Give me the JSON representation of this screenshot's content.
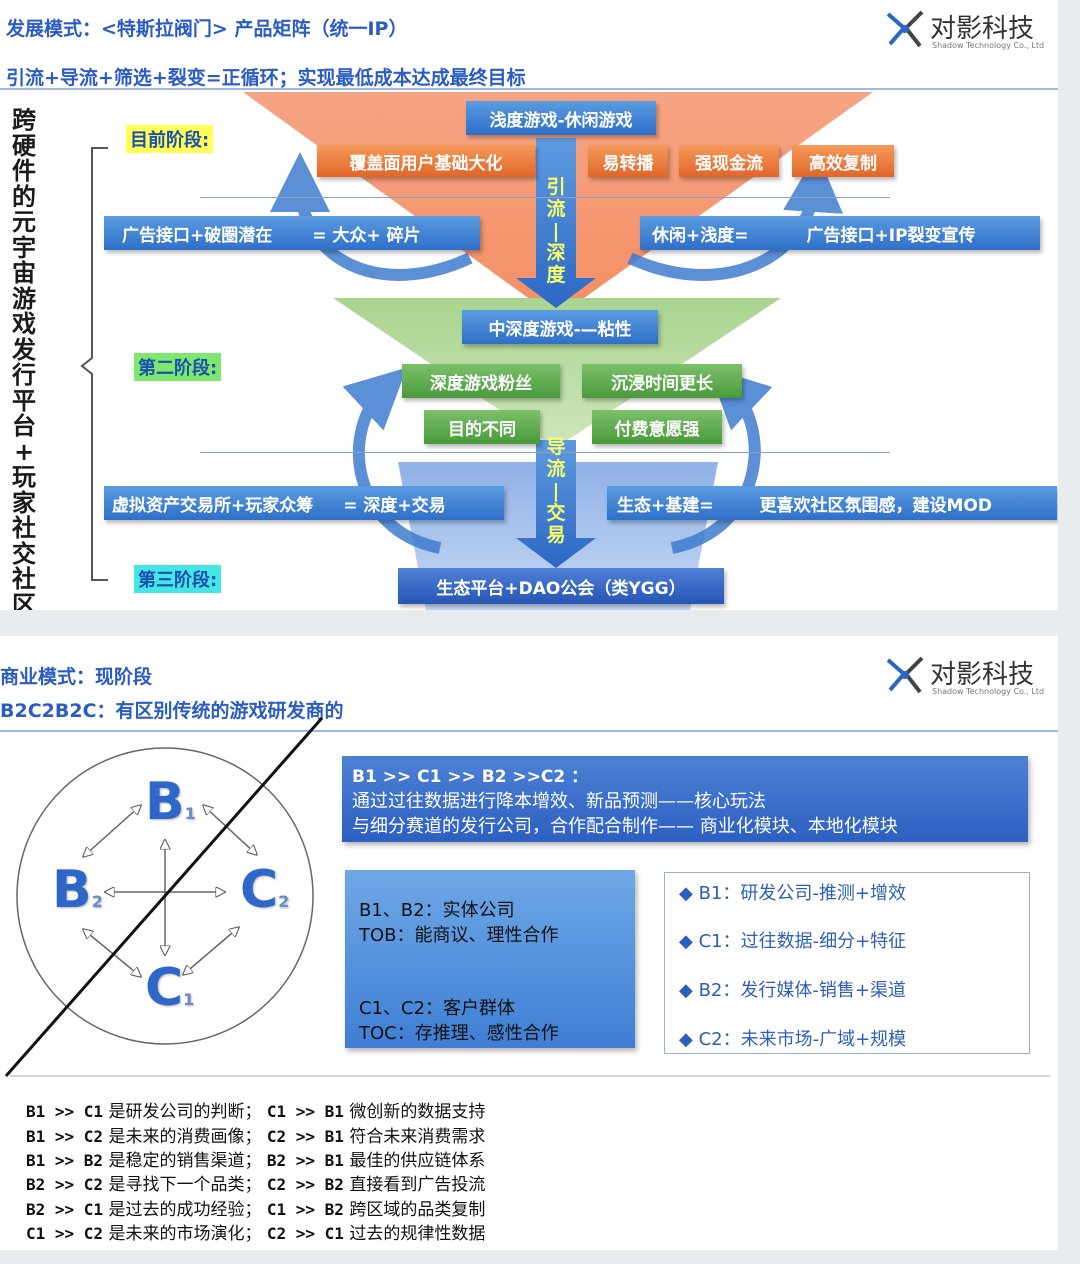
{
  "slide1": {
    "title": "发展模式：<特斯拉阀门> 产品矩阵（统一IP）",
    "subtitle": "引流+导流+筛选+裂变=正循环；实现最低成本达成最终目标",
    "logo": {
      "name": "对影科技",
      "sub": "Shadow Technology Co., Ltd"
    },
    "vertical_title": "跨硬件的元宇宙游戏发行平台+ 玩家社交社区",
    "stages": [
      "目前阶段:",
      "第二阶段:",
      "第三阶段:"
    ],
    "top_box": "浅度游戏-休闲游戏",
    "orange_boxes": [
      "覆盖面用户基础大化",
      "易转播",
      "强现金流",
      "高效复制"
    ],
    "left_bar1": {
      "a": "广告接口+破圈潜在",
      "b": "= 大众+ 碎片"
    },
    "right_bar1": {
      "a": "休闲+浅度=",
      "b": "广告接口+IP裂变宣传"
    },
    "middle_box": "中深度游戏-—粘性",
    "green_boxes": [
      "深度游戏粉丝",
      "沉浸时间更长",
      "目的不同",
      "付费意愿强"
    ],
    "left_bar2": {
      "a": "虚拟资产交易所+玩家众筹",
      "b": "= 深度+交易"
    },
    "right_bar2": {
      "a": "生态+基建=",
      "b": "更喜欢社区氛围感，建设MOD"
    },
    "bottom_box": "生态平台+DAO公会（类YGG）",
    "center_upper": [
      "引",
      "流",
      "|",
      "深",
      "度"
    ],
    "center_lower": [
      "导",
      "流",
      "|",
      "交",
      "易"
    ],
    "colors": {
      "orange_funnel": "#f4a07c",
      "green_funnel": "#b7dca0",
      "blue_funnel": "#aac4ec",
      "accent": "#2a5cc4"
    }
  },
  "slide2": {
    "title": "商业模式：现阶段",
    "subtitle": "B2C2B2C：有区别传统的游戏研发商的",
    "logo": {
      "name": "对影科技",
      "sub": "Shadow Technology Co., Ltd"
    },
    "nodes": [
      {
        "letter": "B",
        "sub": "1"
      },
      {
        "letter": "B",
        "sub": "2"
      },
      {
        "letter": "C",
        "sub": "2"
      },
      {
        "letter": "C",
        "sub": "1"
      }
    ],
    "flow_panel": {
      "line1": "B1 >>  C1 >> B2 >>C2 ：",
      "line2": "通过过往数据进行降本增效、新品预测——核心玩法",
      "line3": "与细分赛道的发行公司，合作配合制作—— 商业化模块、本地化模块"
    },
    "entity_panel": {
      "l1": "B1、B2：实体公司",
      "l2": "TOB：能商议、理性合作",
      "l3": "C1、C2：客户群体",
      "l4": "TOC：存推理、感性合作"
    },
    "bullet_items": [
      "◆ B1：研发公司-推测+增效",
      "◆ C1：过往数据-细分+特征",
      "◆ B2：发行媒体-销售+渠道",
      "◆ C2：未来市场-广域+规模"
    ],
    "relations": [
      {
        "c1": "B1 >> C1",
        "t1": "是研发公司的判断；",
        "c2": "C1 >> B1",
        "t2": "微创新的数据支持"
      },
      {
        "c1": "B1 >> C2",
        "t1": "是未来的消费画像；",
        "c2": "C2 >> B1",
        "t2": "符合未来消费需求"
      },
      {
        "c1": "B1 >> B2",
        "t1": "是稳定的销售渠道；",
        "c2": "B2 >> B1",
        "t2": "最佳的供应链体系"
      },
      {
        "c1": "B2 >> C2",
        "t1": "是寻找下一个品类；",
        "c2": "C2 >> B2",
        "t2": "直接看到广告投流"
      },
      {
        "c1": "B2 >> C1",
        "t1": "是过去的成功经验；",
        "c2": "C1 >> B2",
        "t2": "跨区域的品类复制"
      },
      {
        "c1": "C1 >> C2",
        "t1": "是未来的市场演化；",
        "c2": "C2 >> C1",
        "t2": "过去的规律性数据"
      }
    ]
  }
}
